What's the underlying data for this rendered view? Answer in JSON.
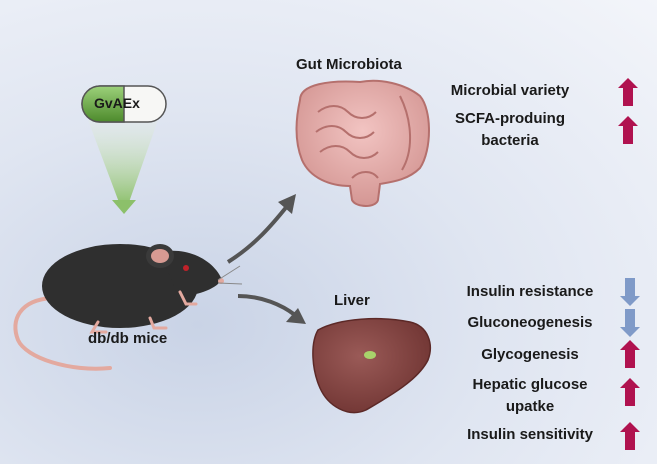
{
  "figure": {
    "pill_label": "GvAEx",
    "mouse_label": "db/db mice",
    "gut": {
      "title": "Gut Microbiota",
      "effects": [
        {
          "label": "Microbial variety",
          "direction": "up"
        },
        {
          "label": "SCFA-produing bacteria",
          "line1": "SCFA-produing",
          "line2": "bacteria",
          "direction": "up"
        }
      ]
    },
    "liver": {
      "title": "Liver",
      "effects": [
        {
          "label": "Insulin resistance",
          "direction": "down"
        },
        {
          "label": "Gluconeogenesis",
          "direction": "down"
        },
        {
          "label": "Glycogenesis",
          "direction": "up"
        },
        {
          "label": "Hepatic glucose upatke",
          "line1": "Hepatic glucose",
          "line2": "upatke",
          "direction": "up"
        },
        {
          "label": "Insulin sensitivity",
          "direction": "up"
        }
      ]
    },
    "colors": {
      "up_arrow": "#b0124f",
      "down_arrow": "#7f9ac8",
      "pill_green": "#5a9a3a",
      "mouse_body": "#2f2f2f"
    }
  }
}
